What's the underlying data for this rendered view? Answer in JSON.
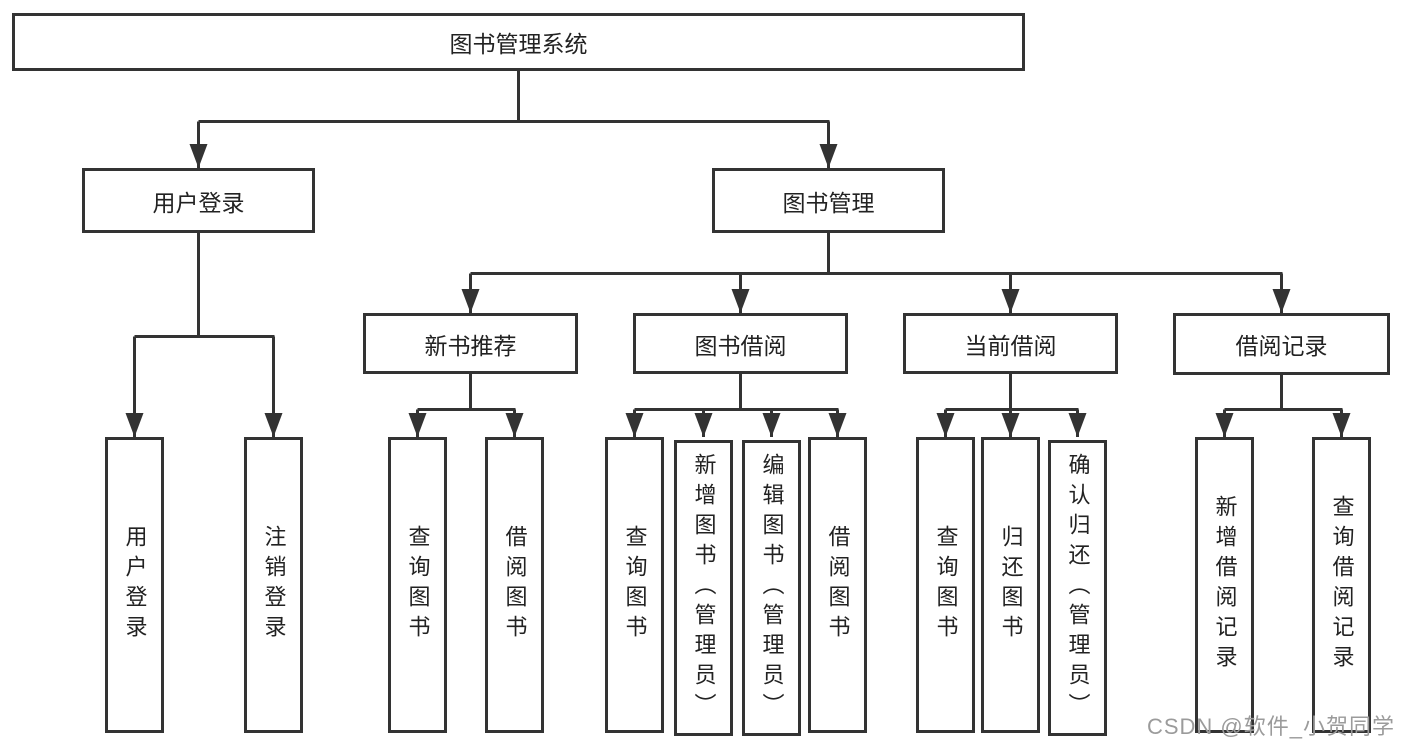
{
  "diagram_title": "图书管理系统",
  "colors": {
    "line": "#333333",
    "box_border": "#333333",
    "text": "#222222",
    "background": "#ffffff",
    "watermark": "#9b9b9b"
  },
  "nodes": {
    "root": {
      "label": "图书管理系统"
    },
    "user_login": {
      "label": "用户登录"
    },
    "book_mgmt": {
      "label": "图书管理"
    },
    "new_book_rec": {
      "label": "新书推荐"
    },
    "book_borrow": {
      "label": "图书借阅"
    },
    "current_borrow": {
      "label": "当前借阅"
    },
    "borrow_record": {
      "label": "借阅记录"
    },
    "ul_login": {
      "label": "用户登录"
    },
    "ul_logout": {
      "label": "注销登录"
    },
    "nbr_query": {
      "label": "查询图书"
    },
    "nbr_borrow": {
      "label": "借阅图书"
    },
    "bb_query": {
      "label": "查询图书"
    },
    "bb_add": {
      "label": "新增图书（管理员）"
    },
    "bb_edit": {
      "label": "编辑图书（管理员）"
    },
    "bb_borrow": {
      "label": "借阅图书"
    },
    "cb_query": {
      "label": "查询图书"
    },
    "cb_return": {
      "label": "归还图书"
    },
    "cb_confirm": {
      "label": "确认归还（管理员）"
    },
    "br_add": {
      "label": "新增借阅记录"
    },
    "br_query": {
      "label": "查询借阅记录"
    }
  },
  "watermark": {
    "text": "CSDN @软件_小贺同学"
  }
}
